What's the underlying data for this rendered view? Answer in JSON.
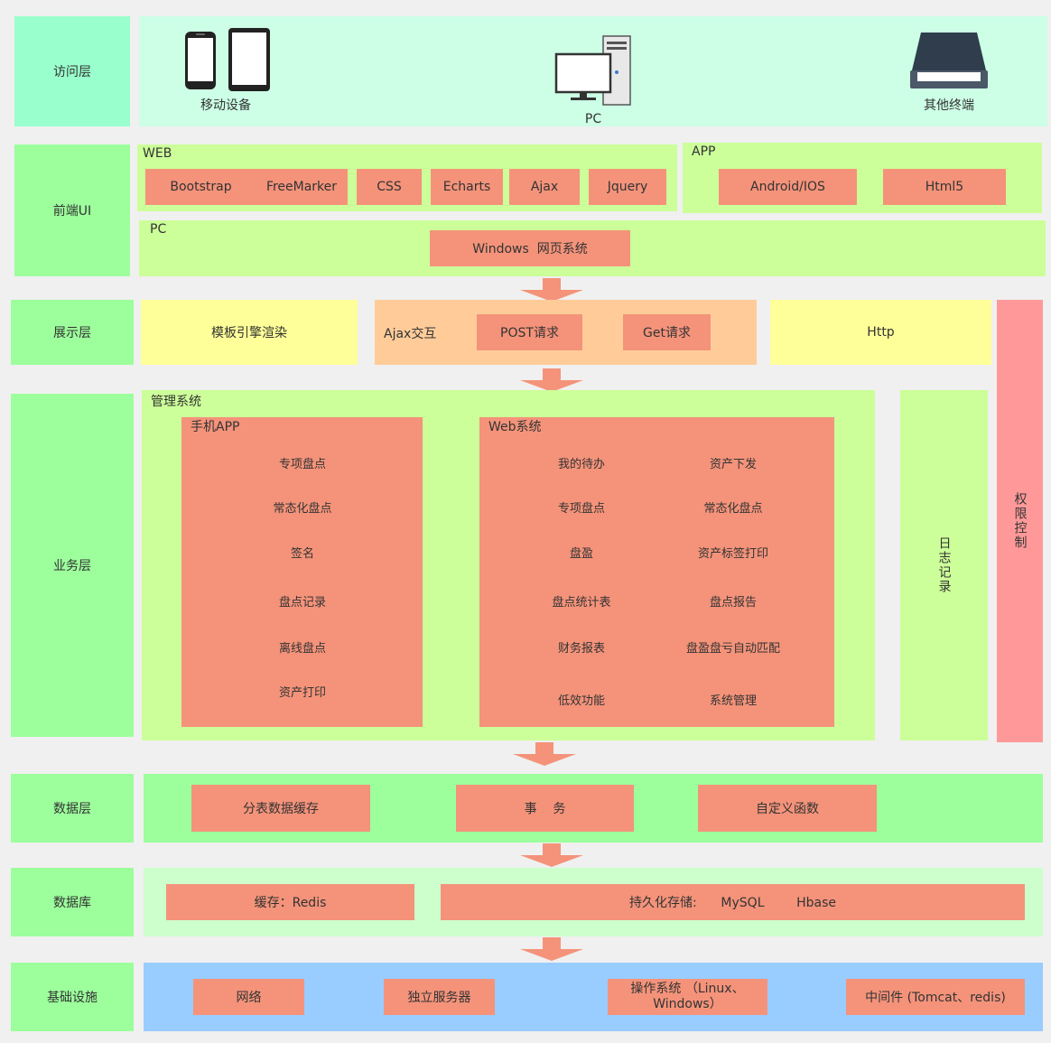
{
  "layers": {
    "access": "访问层",
    "frontend": "前端UI",
    "display": "展示层",
    "business": "业务层",
    "data": "数据层",
    "database": "数据库",
    "infra": "基础设施"
  },
  "access": {
    "mobile": "移动设备",
    "pc": "PC",
    "other": "其他终端"
  },
  "frontend": {
    "web_title": "WEB",
    "web_items": [
      "Bootstrap",
      "FreeMarker",
      "CSS",
      "Echarts",
      "Ajax",
      "Jquery"
    ],
    "app_title": "APP",
    "app_items": [
      "Android/IOS",
      "Html5"
    ],
    "pc_title": "PC",
    "pc_item": "Windows  网页系统"
  },
  "display": {
    "template": "模板引擎渲染",
    "ajax": "Ajax交互",
    "post": "POST请求",
    "get": "Get请求",
    "http": "Http"
  },
  "business": {
    "mgmt_title": "管理系统",
    "mobile_title": "手机APP",
    "mobile_items": [
      "专项盘点",
      "常态化盘点",
      "签名",
      "盘点记录",
      "离线盘点",
      "资产打印"
    ],
    "web_title": "Web系统",
    "web_left": [
      "我的待办",
      "专项盘点",
      "盘盈",
      "盘点统计表",
      "财务报表",
      "低效功能"
    ],
    "web_right": [
      "资产下发",
      "常态化盘点",
      "资产标签打印",
      "盘点报告",
      "盘盈盘亏自动匹配",
      "系统管理"
    ],
    "log": "日志记录",
    "permission": "权限控制"
  },
  "data_layer": {
    "items": [
      "分表数据缓存",
      "事    务",
      "自定义函数"
    ]
  },
  "database": {
    "cache": "缓存：Redis",
    "persist": "持久化存储:      MySQL        Hbase"
  },
  "infra": {
    "items": [
      "网络",
      "独立服务器",
      "操作系统  （Linux、\nWindows）",
      "中间件 (Tomcat、redis)"
    ]
  },
  "colors": {
    "salmon": "#f4937a",
    "label_green": "#9cff9c",
    "panel_lime": "#ccff99",
    "panel_mint": "#ccffe6",
    "panel_yellow": "#ffff99",
    "panel_orange": "#ffcc99",
    "panel_blue": "#99ccff",
    "permission_pink": "#ff9999"
  },
  "icons": [
    "phone-icon",
    "tablet-icon",
    "desktop-pc-icon",
    "scanner-icon",
    "down-arrow-icon"
  ]
}
